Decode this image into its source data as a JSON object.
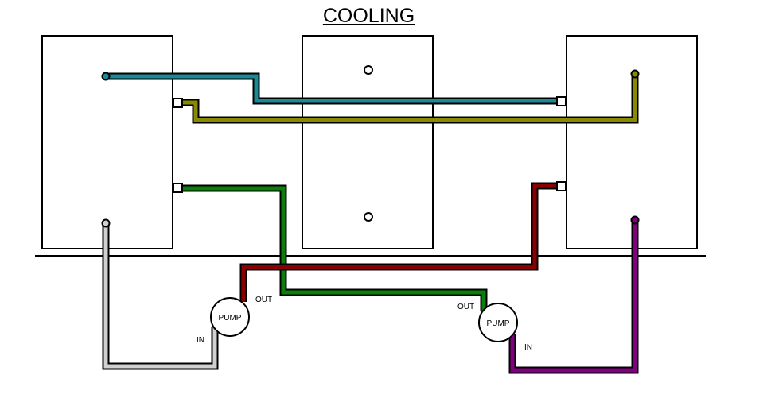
{
  "title": "COOLING",
  "labels": {
    "pump": "PUMP",
    "out": "OUT",
    "in": "IN"
  },
  "colors": {
    "teal": "#1a8a96",
    "olive": "#8a8a00",
    "green": "#0a800a",
    "red": "#8a0000",
    "gray": "#d0d0d0",
    "purple": "#800080"
  }
}
